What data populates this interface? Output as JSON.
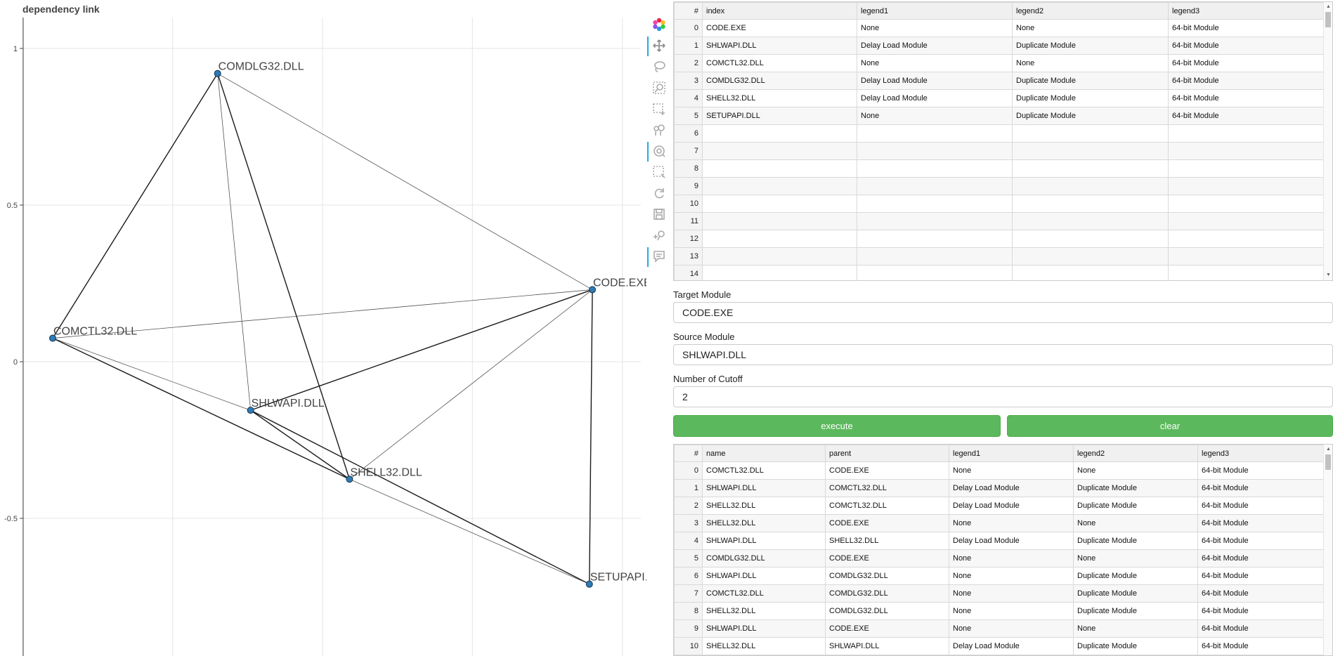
{
  "plot": {
    "title": "dependency link",
    "y_ticks": [
      {
        "value": 1,
        "label": "1"
      },
      {
        "value": 0.5,
        "label": "0.5"
      },
      {
        "value": 0,
        "label": "0"
      },
      {
        "value": -0.5,
        "label": "-0.5"
      }
    ],
    "x_grid": [
      -1.1,
      -0.6,
      -0.1,
      0.4,
      0.9
    ],
    "nodes": [
      {
        "name": "CODE.EXE",
        "x": 0.8,
        "y": 0.23
      },
      {
        "name": "SHLWAPI.DLL",
        "x": -0.34,
        "y": -0.155
      },
      {
        "name": "COMCTL32.DLL",
        "x": -1.0,
        "y": 0.075
      },
      {
        "name": "COMDLG32.DLL",
        "x": -0.45,
        "y": 0.92
      },
      {
        "name": "SHELL32.DLL",
        "x": -0.01,
        "y": -0.375
      },
      {
        "name": "SETUPAPI.DLL",
        "x": 0.79,
        "y": -0.71
      }
    ],
    "edges": [
      {
        "from": "COMCTL32.DLL",
        "to": "CODE.EXE",
        "strong": false
      },
      {
        "from": "SHLWAPI.DLL",
        "to": "COMCTL32.DLL",
        "strong": false
      },
      {
        "from": "SHELL32.DLL",
        "to": "COMCTL32.DLL",
        "strong": true
      },
      {
        "from": "SHELL32.DLL",
        "to": "CODE.EXE",
        "strong": false
      },
      {
        "from": "SHLWAPI.DLL",
        "to": "SHELL32.DLL",
        "strong": true
      },
      {
        "from": "COMDLG32.DLL",
        "to": "CODE.EXE",
        "strong": false
      },
      {
        "from": "SHLWAPI.DLL",
        "to": "COMDLG32.DLL",
        "strong": false
      },
      {
        "from": "COMCTL32.DLL",
        "to": "COMDLG32.DLL",
        "strong": true
      },
      {
        "from": "SHELL32.DLL",
        "to": "COMDLG32.DLL",
        "strong": true
      },
      {
        "from": "SHLWAPI.DLL",
        "to": "CODE.EXE",
        "strong": true
      },
      {
        "from": "SHLWAPI.DLL",
        "to": "SETUPAPI.DLL",
        "strong": true
      },
      {
        "from": "SHELL32.DLL",
        "to": "SETUPAPI.DLL",
        "strong": false
      },
      {
        "from": "CODE.EXE",
        "to": "SETUPAPI.DLL",
        "strong": true
      }
    ]
  },
  "toolbar": {
    "tools": [
      "bokeh-logo-icon",
      "pan-icon",
      "lasso-icon",
      "zoom-icon",
      "box-select-icon",
      "point-draw-icon",
      "wheel-zoom-icon",
      "box-zoom-icon",
      "reset-icon",
      "save-icon",
      "crosshair-icon",
      "hover-icon"
    ],
    "active": [
      "pan-icon",
      "wheel-zoom-icon",
      "hover-icon"
    ]
  },
  "nodes_table": {
    "columns": [
      "#",
      "index",
      "legend1",
      "legend2",
      "legend3"
    ],
    "rows": [
      [
        "0",
        "CODE.EXE",
        "None",
        "None",
        "64-bit Module"
      ],
      [
        "1",
        "SHLWAPI.DLL",
        "Delay Load Module",
        "Duplicate Module",
        "64-bit Module"
      ],
      [
        "2",
        "COMCTL32.DLL",
        "None",
        "None",
        "64-bit Module"
      ],
      [
        "3",
        "COMDLG32.DLL",
        "Delay Load Module",
        "Duplicate Module",
        "64-bit Module"
      ],
      [
        "4",
        "SHELL32.DLL",
        "Delay Load Module",
        "Duplicate Module",
        "64-bit Module"
      ],
      [
        "5",
        "SETUPAPI.DLL",
        "None",
        "Duplicate Module",
        "64-bit Module"
      ],
      [
        "6",
        "",
        "",
        "",
        ""
      ],
      [
        "7",
        "",
        "",
        "",
        ""
      ],
      [
        "8",
        "",
        "",
        "",
        ""
      ],
      [
        "9",
        "",
        "",
        "",
        ""
      ],
      [
        "10",
        "",
        "",
        "",
        ""
      ],
      [
        "11",
        "",
        "",
        "",
        ""
      ],
      [
        "12",
        "",
        "",
        "",
        ""
      ],
      [
        "13",
        "",
        "",
        "",
        ""
      ],
      [
        "14",
        "",
        "",
        "",
        ""
      ]
    ]
  },
  "form": {
    "target_label": "Target Module",
    "target_value": "CODE.EXE",
    "source_label": "Source Module",
    "source_value": "SHLWAPI.DLL",
    "cutoff_label": "Number of Cutoff",
    "cutoff_value": "2",
    "execute_label": "execute",
    "clear_label": "clear"
  },
  "edges_table": {
    "columns": [
      "#",
      "name",
      "parent",
      "legend1",
      "legend2",
      "legend3"
    ],
    "rows": [
      [
        "0",
        "COMCTL32.DLL",
        "CODE.EXE",
        "None",
        "None",
        "64-bit Module"
      ],
      [
        "1",
        "SHLWAPI.DLL",
        "COMCTL32.DLL",
        "Delay Load Module",
        "Duplicate Module",
        "64-bit Module"
      ],
      [
        "2",
        "SHELL32.DLL",
        "COMCTL32.DLL",
        "Delay Load Module",
        "Duplicate Module",
        "64-bit Module"
      ],
      [
        "3",
        "SHELL32.DLL",
        "CODE.EXE",
        "None",
        "None",
        "64-bit Module"
      ],
      [
        "4",
        "SHLWAPI.DLL",
        "SHELL32.DLL",
        "Delay Load Module",
        "Duplicate Module",
        "64-bit Module"
      ],
      [
        "5",
        "COMDLG32.DLL",
        "CODE.EXE",
        "None",
        "None",
        "64-bit Module"
      ],
      [
        "6",
        "SHLWAPI.DLL",
        "COMDLG32.DLL",
        "None",
        "Duplicate Module",
        "64-bit Module"
      ],
      [
        "7",
        "COMCTL32.DLL",
        "COMDLG32.DLL",
        "None",
        "Duplicate Module",
        "64-bit Module"
      ],
      [
        "8",
        "SHELL32.DLL",
        "COMDLG32.DLL",
        "None",
        "Duplicate Module",
        "64-bit Module"
      ],
      [
        "9",
        "SHLWAPI.DLL",
        "CODE.EXE",
        "None",
        "None",
        "64-bit Module"
      ],
      [
        "10",
        "SHELL32.DLL",
        "SHLWAPI.DLL",
        "Delay Load Module",
        "Duplicate Module",
        "64-bit Module"
      ]
    ]
  }
}
